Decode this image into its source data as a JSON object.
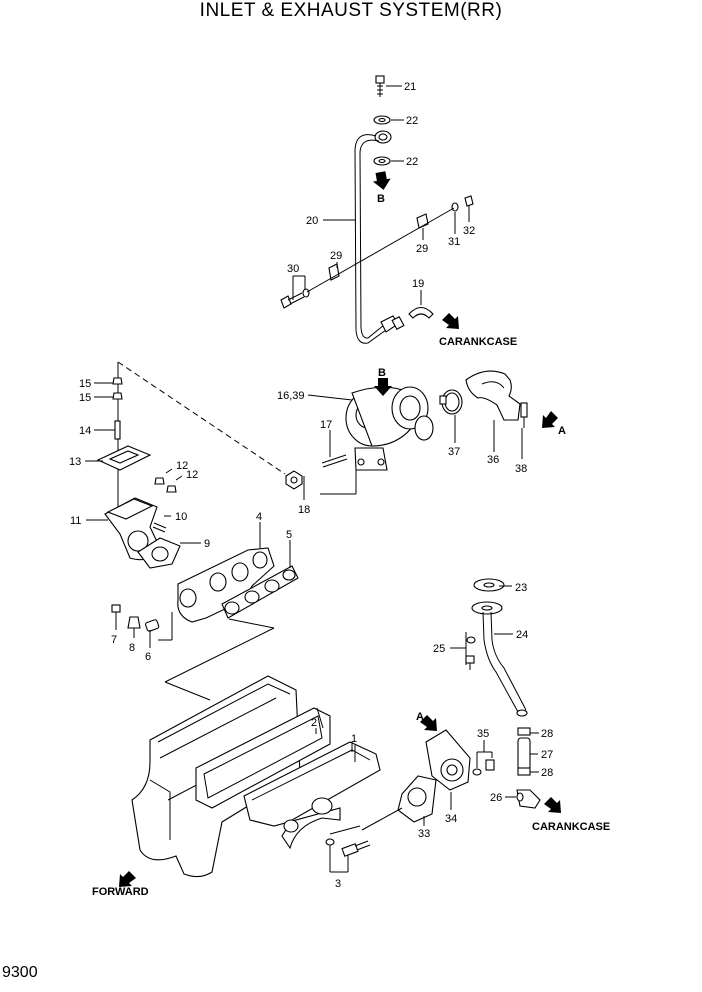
{
  "header": {
    "title": "INLET & EXHAUST SYSTEM(RR)"
  },
  "footer": {
    "page_number": "9300"
  },
  "callouts": {
    "c1": "1",
    "c2": "2",
    "c3": "3",
    "c4": "4",
    "c5": "5",
    "c6": "6",
    "c7": "7",
    "c8": "8",
    "c9": "9",
    "c10": "10",
    "c11": "11",
    "c12a": "12",
    "c12b": "12",
    "c13": "13",
    "c14": "14",
    "c15a": "15",
    "c15b": "15",
    "c16_39": "16,39",
    "c17": "17",
    "c18": "18",
    "c19": "19",
    "c20": "20",
    "c21": "21",
    "c22a": "22",
    "c22b": "22",
    "c23": "23",
    "c24": "24",
    "c25": "25",
    "c26": "26",
    "c27": "27",
    "c28a": "28",
    "c28b": "28",
    "c29a": "29",
    "c29b": "29",
    "c30": "30",
    "c31": "31",
    "c32": "32",
    "c33": "33",
    "c34": "34",
    "c35": "35",
    "c36": "36",
    "c37": "37",
    "c38": "38"
  },
  "directions": {
    "b_top": "B",
    "b_turbo": "B",
    "a_right": "A",
    "a_bottom": "A",
    "crankcase_top": "CARANKCASE",
    "crankcase_bottom": "CARANKCASE",
    "forward": "FORWARD"
  }
}
